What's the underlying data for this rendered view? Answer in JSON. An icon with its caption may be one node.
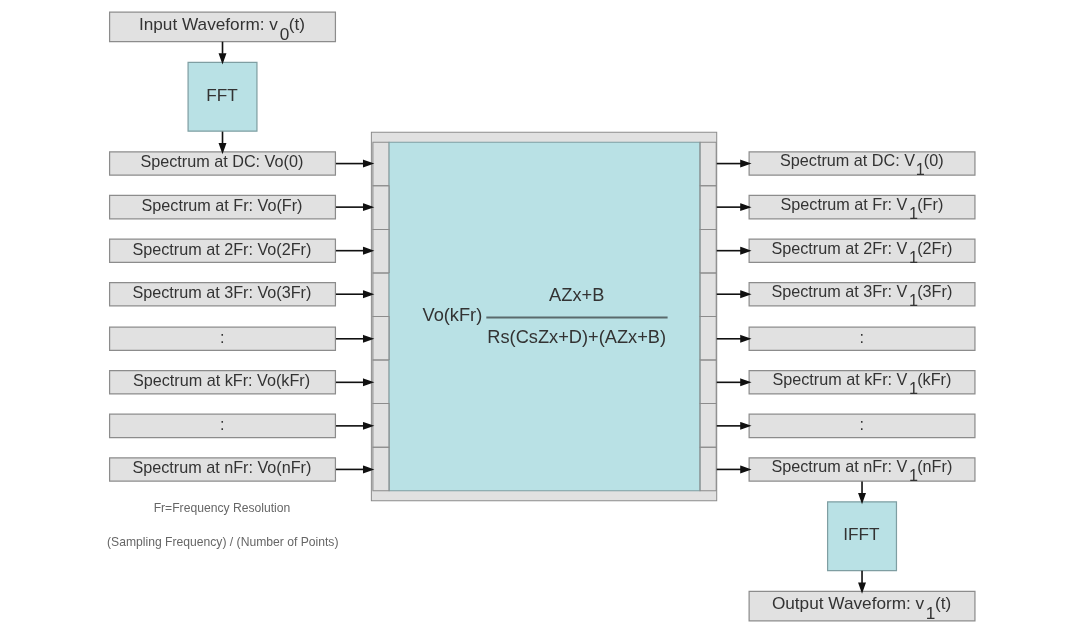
{
  "diagram": {
    "nodes": [
      {
        "text": [
          "Input Waveform: v$_{0}$(t)"
        ]
      },
      {
        "text": [
          "FFT"
        ]
      },
      {
        "text": [
          "Spectrum at DC: Vo(0)"
        ]
      },
      {
        "text": [
          "Spectrum at Fr: Vo(Fr)"
        ]
      },
      {
        "text": [
          "Spectrum at 2Fr: Vo(2Fr)"
        ]
      },
      {
        "text": [
          "Spectrum at 3Fr: Vo(3Fr)"
        ]
      },
      {
        "text": [
          ":"
        ]
      },
      {
        "text": [
          "Spectrum at kFr: Vo(kFr)"
        ]
      },
      {
        "text": [
          ":"
        ]
      },
      {
        "text": [
          "Spectrum at nFr: Vo(nFr)"
        ]
      },
      {
        "text": [
          "Vo(kFr)",
          "AZx+B",
          "Rs(CsZx+D)+(AZx+B)"
        ]
      },
      {
        "text": [
          "Spectrum at DC: V$_{1}$(0)"
        ]
      },
      {
        "text": [
          "Spectrum at Fr: V$_{1}$(Fr)"
        ]
      },
      {
        "text": [
          "Spectrum at 2Fr: V$_{1}$(2Fr)"
        ]
      },
      {
        "text": [
          "Spectrum at 3Fr: V$_{1}$(3Fr)"
        ]
      },
      {
        "text": [
          ":"
        ]
      },
      {
        "text": [
          "Spectrum at kFr: V$_{1}$(kFr)"
        ]
      },
      {
        "text": [
          ":"
        ]
      },
      {
        "text": [
          "Spectrum at nFr: V$_{1}$(nFr)"
        ]
      },
      {
        "text": [
          "IFFT"
        ]
      },
      {
        "text": [
          "Output Waveform: v$_{1}$(t)"
        ]
      }
    ],
    "edges": [
      {
        "from": 0,
        "to": 1,
        "arrow": "to"
      },
      {
        "from": 1,
        "to": 2,
        "arrow": "to"
      },
      {
        "from": 2,
        "to": 10,
        "arrow": "to"
      },
      {
        "from": 3,
        "to": 10,
        "arrow": "to"
      },
      {
        "from": 4,
        "to": 10,
        "arrow": "to"
      },
      {
        "from": 5,
        "to": 10,
        "arrow": "to"
      },
      {
        "from": 6,
        "to": 10,
        "arrow": "to"
      },
      {
        "from": 7,
        "to": 10,
        "arrow": "to"
      },
      {
        "from": 8,
        "to": 10,
        "arrow": "to"
      },
      {
        "from": 9,
        "to": 10,
        "arrow": "to"
      },
      {
        "from": 10,
        "to": 11,
        "arrow": "to"
      },
      {
        "from": 10,
        "to": 12,
        "arrow": "to"
      },
      {
        "from": 10,
        "to": 13,
        "arrow": "to"
      },
      {
        "from": 10,
        "to": 14,
        "arrow": "to"
      },
      {
        "from": 10,
        "to": 15,
        "arrow": "to"
      },
      {
        "from": 10,
        "to": 16,
        "arrow": "to"
      },
      {
        "from": 10,
        "to": 17,
        "arrow": "to"
      },
      {
        "from": 10,
        "to": 18,
        "arrow": "to"
      },
      {
        "from": 18,
        "to": 19,
        "arrow": "to"
      },
      {
        "from": 19,
        "to": 20,
        "arrow": "to"
      }
    ],
    "labels": [
      "Fr=Frequency Resolution",
      "(Sampling Frequency) / (Number of Points)"
    ]
  }
}
